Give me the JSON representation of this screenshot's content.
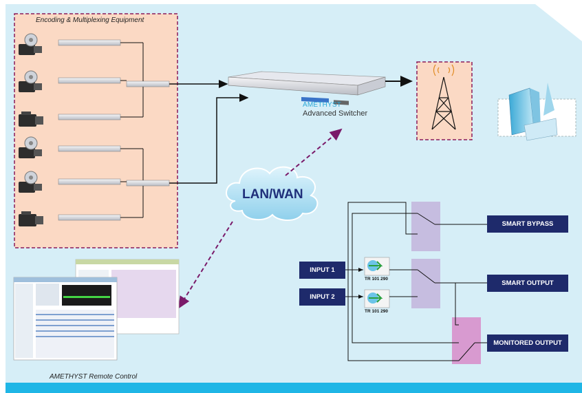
{
  "labels": {
    "encoding_title": "Encoding & Multiplexing Equipment",
    "switcher_name": "AMETHYST",
    "switcher_desc": "Advanced Switcher",
    "network": "LAN/WAN",
    "remote_control": "AMETHYST Remote Control",
    "input_1": "INPUT 1",
    "input_2": "INPUT 2",
    "tr_1": "TR 101 290",
    "tr_2": "TR 101 290",
    "smart_bypass": "SMART BYPASS",
    "smart_output": "SMART OUTPUT",
    "monitored_output": "MONITORED OUTPUT"
  },
  "colors": {
    "background": "#d6eef7",
    "bottom_bar": "#1fb6e6",
    "encoding_panel": "#fbd9c4",
    "panel_border": "#8a1a5a",
    "switch_box": "#c6bde0",
    "monitor_box": "#d89ad0",
    "output_badge": "#1e2a6b",
    "arrow_dashed": "#7a1a6a"
  },
  "icons": [
    "camera-icon",
    "encoder-icon",
    "multiplexer-icon",
    "switcher-icon",
    "antenna-tower-icon",
    "building-icon",
    "cloud-icon",
    "monitor-icon"
  ]
}
